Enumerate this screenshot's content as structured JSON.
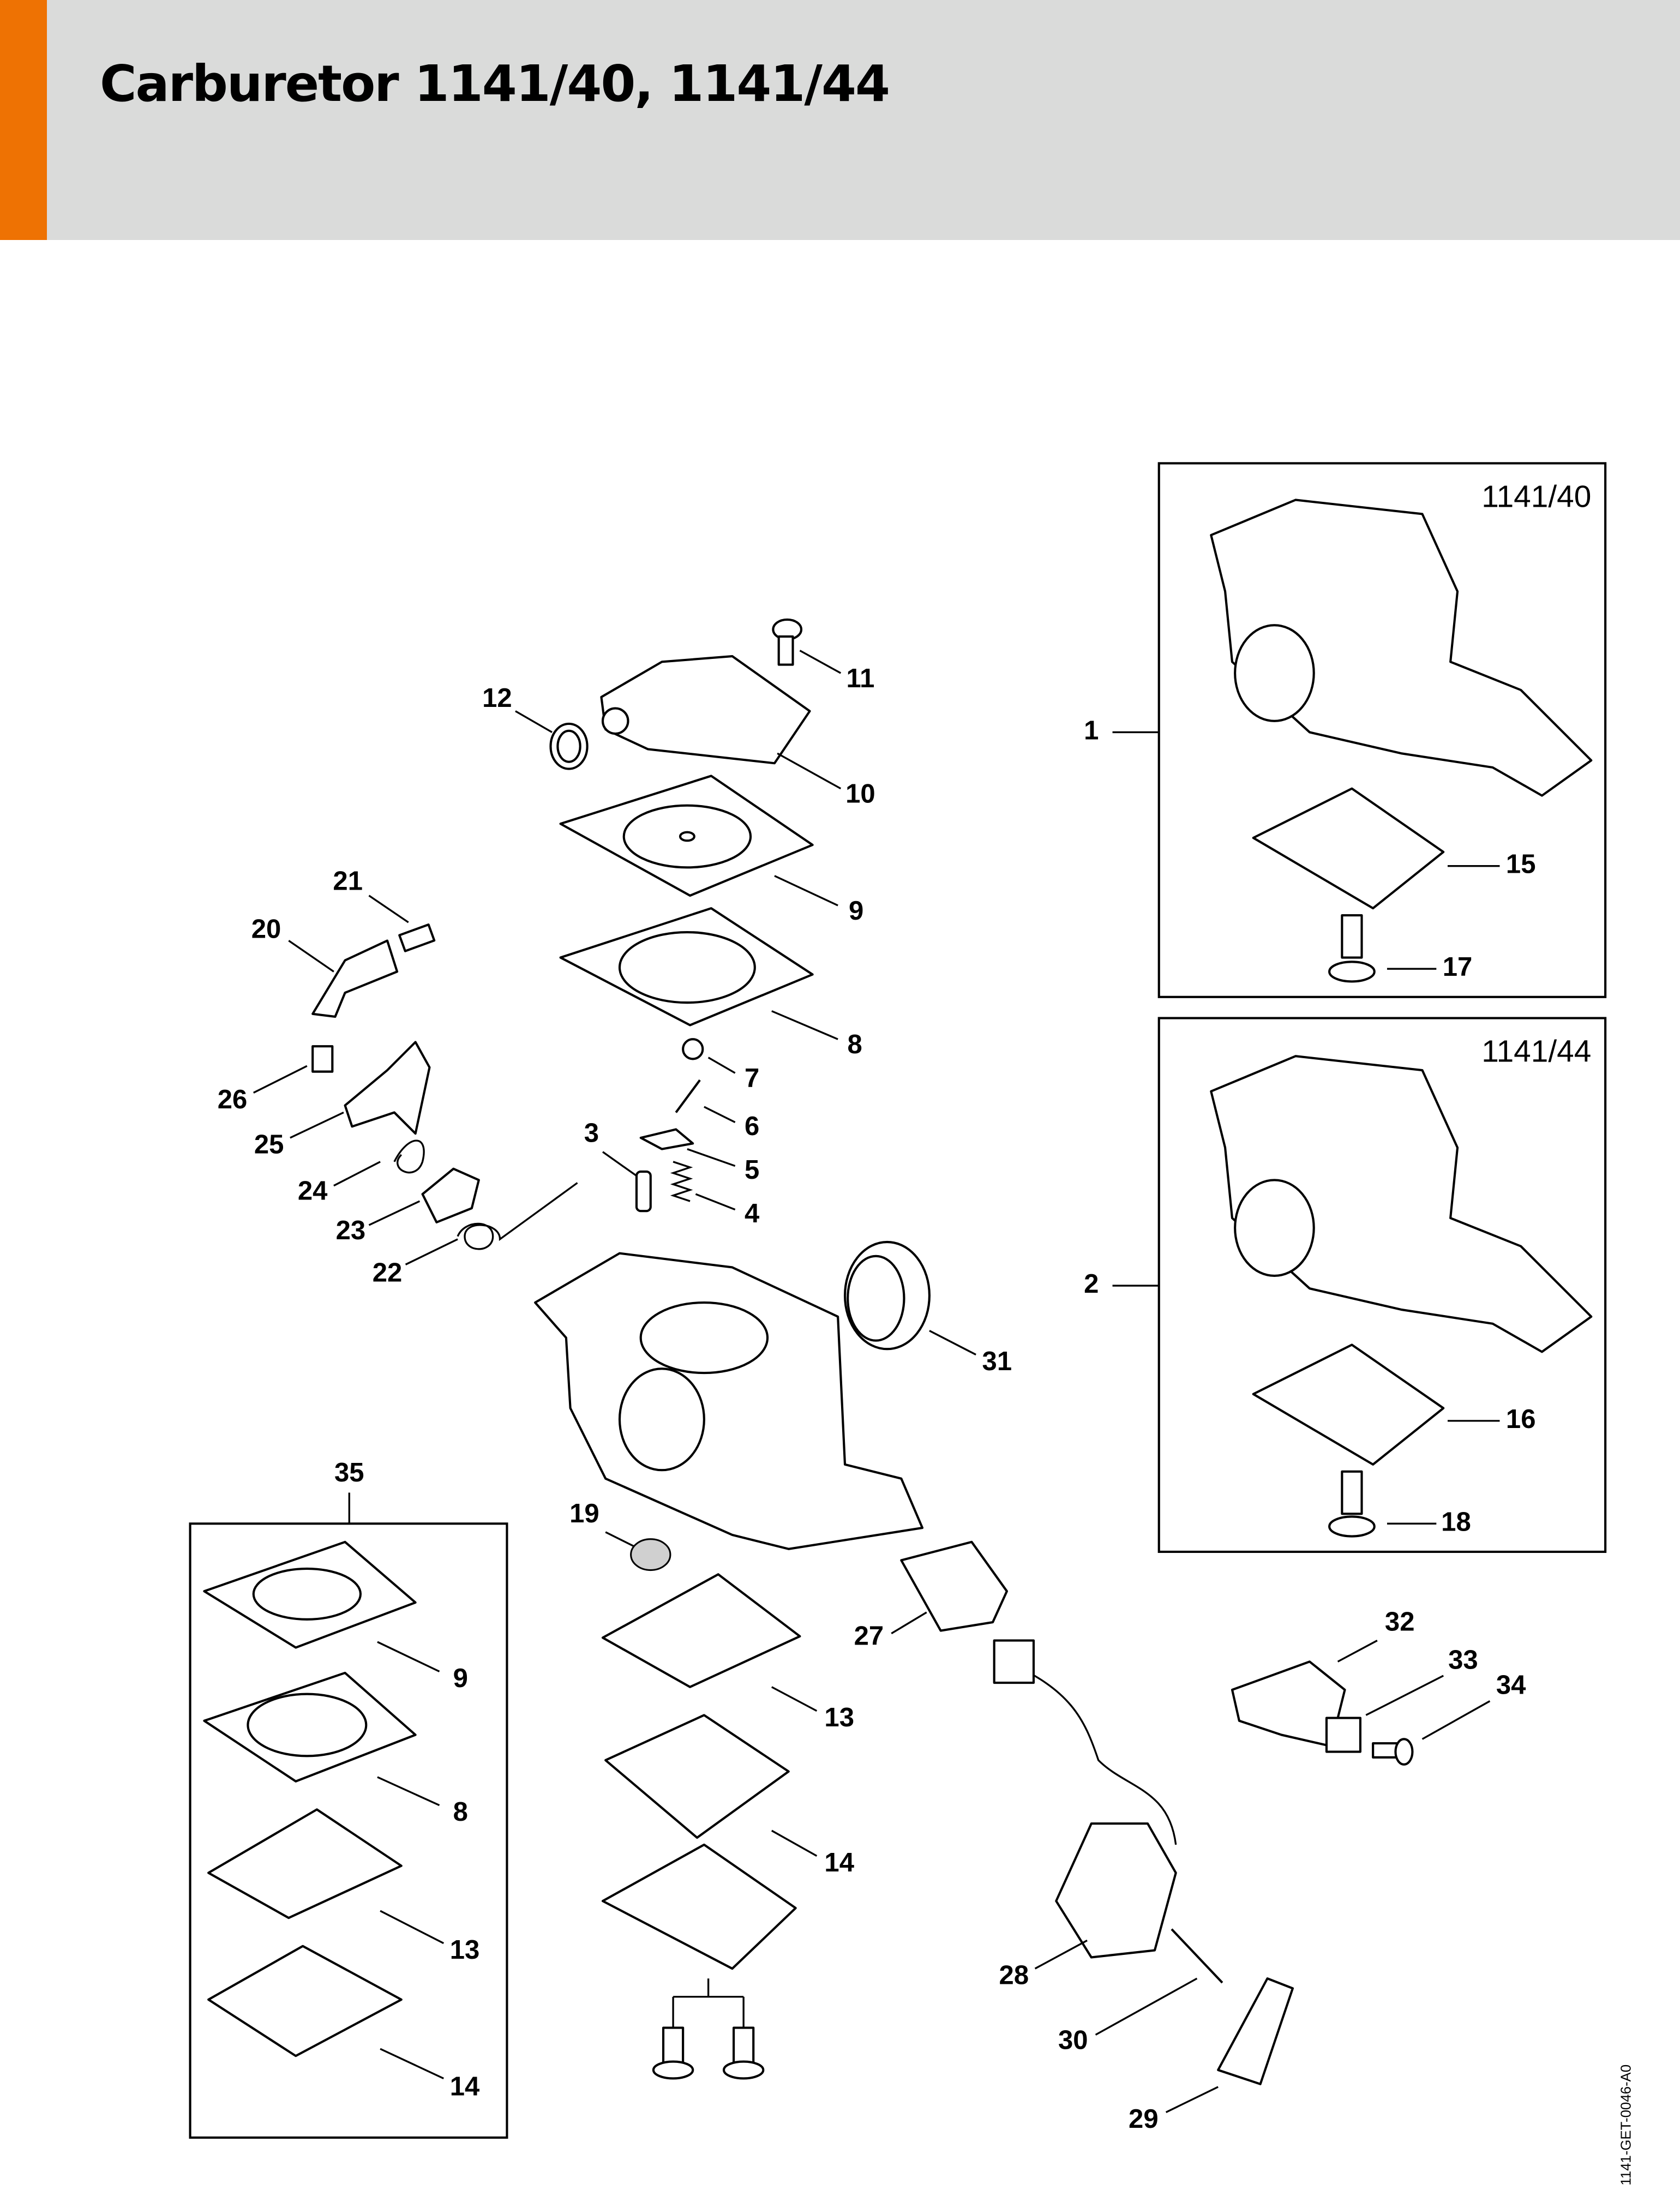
{
  "header": {
    "title": "Carburetor 1141/40, 1141/44",
    "accent_color": "#ee7203",
    "background_color": "#dadbda"
  },
  "diagram": {
    "variant_labels": {
      "v40": "1141/40",
      "v44": "1141/44"
    },
    "drawing_code": "1141-GET-0046-A0",
    "callouts": {
      "c1": "1",
      "c2": "2",
      "c3": "3",
      "c4": "4",
      "c5": "5",
      "c6": "6",
      "c7": "7",
      "c8": "8",
      "c9": "9",
      "c10": "10",
      "c11": "11",
      "c12": "12",
      "c13": "13",
      "c14": "14",
      "c15": "15",
      "c16": "16",
      "c17": "17",
      "c18": "18",
      "c19": "19",
      "c20": "20",
      "c21": "21",
      "c22": "22",
      "c23": "23",
      "c24": "24",
      "c25": "25",
      "c26": "26",
      "c27": "27",
      "c28": "28",
      "c29": "29",
      "c30": "30",
      "c31": "31",
      "c32": "32",
      "c33": "33",
      "c34": "34",
      "c35": "35"
    },
    "kit_callouts": {
      "k9": "9",
      "k8": "8",
      "k13": "13",
      "k14": "14"
    }
  }
}
